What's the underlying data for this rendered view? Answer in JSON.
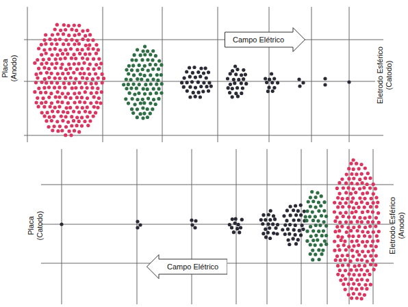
{
  "diagram": {
    "nodes": [
      {
        "text": [
          "Campo Elétrico"
        ]
      },
      {
        "text": [
          "Campo Elétrico"
        ]
      }
    ],
    "labels": [
      "Placa (Anodo)",
      "Eletrodo Esférico (Catodo)",
      "Placa (Catodo)",
      "Eletrodo Esférico (Anodo)"
    ]
  }
}
